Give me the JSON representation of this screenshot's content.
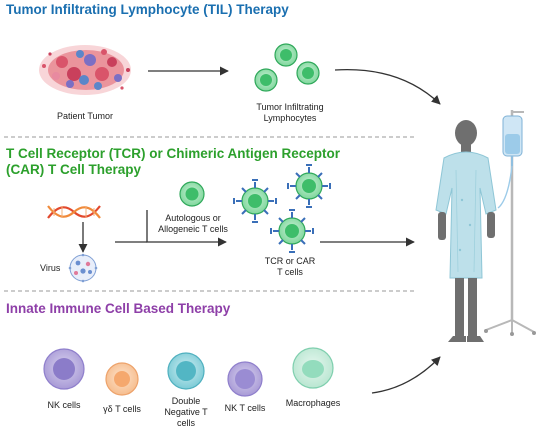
{
  "sections": {
    "til": {
      "title": "Tumor Infiltrating Lymphocyte (TIL) Therapy",
      "color": "#1a6fb0",
      "tumor_label": "Patient Tumor",
      "til_label_line1": "Tumor Infiltrating",
      "til_label_line2": "Lymphocytes"
    },
    "tcr": {
      "title_line1": "T Cell Receptor (TCR) or Chimeric Antigen Receptor",
      "title_line2": "(CAR) T Cell Therapy",
      "color": "#2ca02c",
      "virus_label": "Virus",
      "tcell_label_line1": "Autologous or",
      "tcell_label_line2": "Allogeneic T cells",
      "car_label_line1": "TCR or CAR",
      "car_label_line2": "T cells"
    },
    "innate": {
      "title": "Innate Immune Cell Based Therapy",
      "color": "#8e3fa8",
      "cells": [
        {
          "line1": "NK cells",
          "line2": "",
          "line3": ""
        },
        {
          "line1": "γδ T cells",
          "line2": "",
          "line3": ""
        },
        {
          "line1": "Double",
          "line2": "Negative T",
          "line3": "cells"
        },
        {
          "line1": "NK T cells",
          "line2": "",
          "line3": ""
        },
        {
          "line1": "Macrophages",
          "line2": "",
          "line3": ""
        }
      ]
    }
  },
  "icons": {
    "tumor": "tumor-icon",
    "lymphocyte": "lymphocyte-icon",
    "dna": "dna-icon",
    "virus": "virus-icon",
    "car_t": "car-t-cell-icon",
    "patient": "patient-icon",
    "iv_drip": "iv-drip-icon"
  }
}
